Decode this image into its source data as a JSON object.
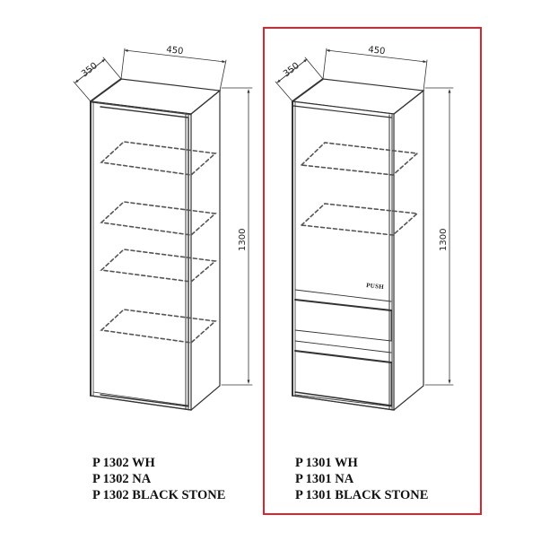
{
  "colors": {
    "background": "#ffffff",
    "line": "#333333",
    "highlight_frame": "#d6262f",
    "text": "#111111"
  },
  "products": [
    {
      "id": "left",
      "type": "open-shelf glass-door wall cabinet",
      "dimensions": {
        "depth": "350",
        "width": "450",
        "height": "1300"
      },
      "shelves_count": 4,
      "drawers_count": 0,
      "highlighted": false,
      "models": [
        "P 1302 WH",
        "P 1302 NA",
        "P 1302 BLACK STONE"
      ]
    },
    {
      "id": "right",
      "type": "wall cabinet with door and two drawers",
      "dimensions": {
        "depth": "350",
        "width": "450",
        "height": "1300"
      },
      "shelves_count": 2,
      "drawers_count": 2,
      "door_label": "PUSH",
      "highlighted": true,
      "models": [
        "P 1301 WH",
        "P 1301 NA",
        "P 1301 BLACK STONE"
      ]
    }
  ]
}
